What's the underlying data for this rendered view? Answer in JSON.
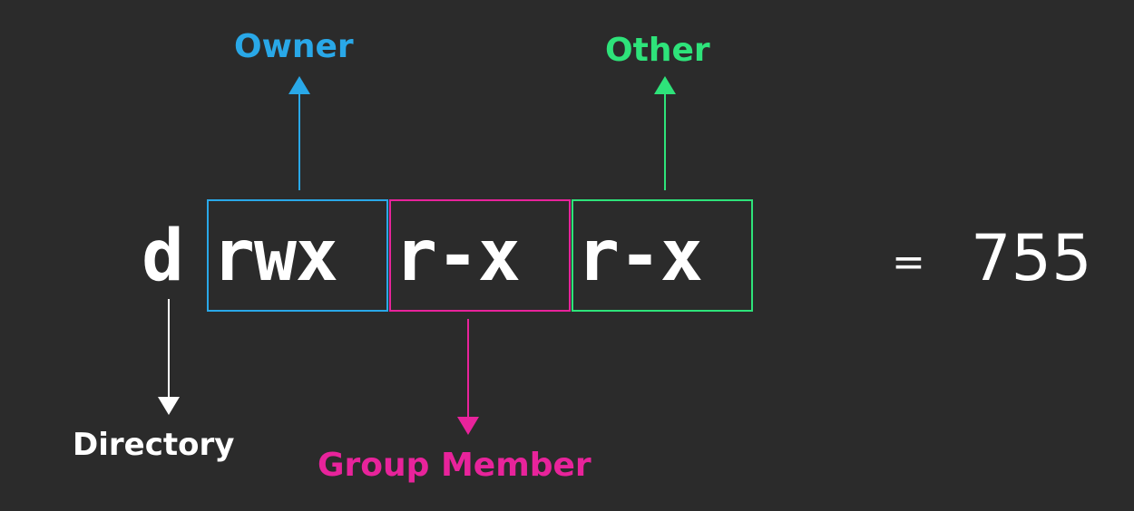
{
  "labels": {
    "owner": "Owner",
    "other": "Other",
    "directory": "Directory",
    "group_member": "Group Member"
  },
  "permissions": {
    "type": "d",
    "owner": "rwx",
    "group": "r-x",
    "other": "r-x"
  },
  "equation": {
    "equals": "=",
    "octal": "755"
  },
  "colors": {
    "background": "#2b2b2b",
    "owner": "#29a8e8",
    "group": "#e8239b",
    "other": "#2ee37a",
    "directory": "#ffffff"
  }
}
